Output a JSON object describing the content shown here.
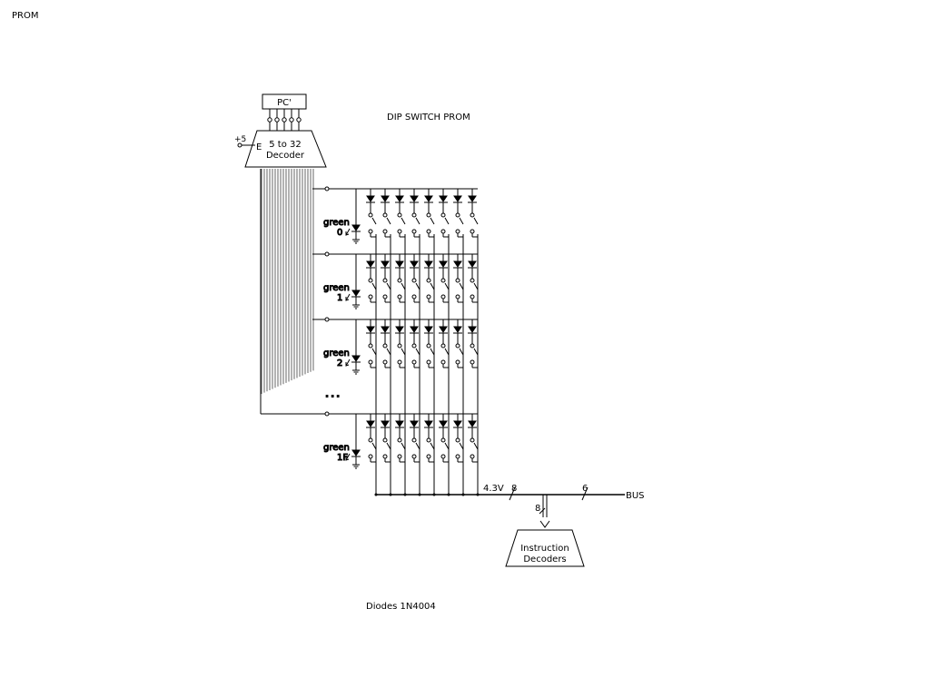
{
  "page_title": "PROM",
  "diagram_title": "DIP SWITCH PROM",
  "pc_label": "PC'",
  "decoder": {
    "line1": "5 to 32",
    "line2": "Decoder",
    "enable": "E",
    "supply": "+5"
  },
  "rows": [
    {
      "color": "green",
      "index": "0"
    },
    {
      "color": "green",
      "index": "1"
    },
    {
      "color": "green",
      "index": "2"
    },
    {
      "color": "green",
      "index": "1F"
    }
  ],
  "ellipsis": "...",
  "bus": {
    "voltage": "4.3V",
    "width_in": "8",
    "width_out": "6",
    "width_down": "8",
    "label": "BUS"
  },
  "instruction_decoders": {
    "line1": "Instruction",
    "line2": "Decoders"
  },
  "footnote": "Diodes 1N4004"
}
